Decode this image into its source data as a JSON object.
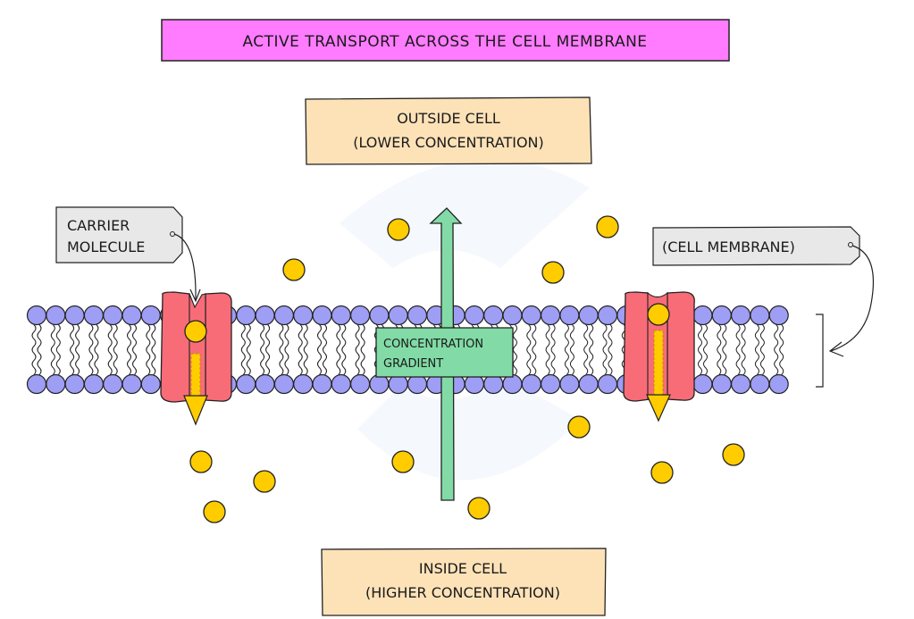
{
  "title": "ACTIVE TRANSPORT ACROSS THE CELL MEMBRANE",
  "outside_box": {
    "line1": "OUTSIDE CELL",
    "line2": "(LOWER CONCENTRATION)"
  },
  "inside_box": {
    "line1": "INSIDE CELL",
    "line2": "(HIGHER CONCENTRATION)"
  },
  "carrier_label": {
    "line1": "CARRIER",
    "line2": "MOLECULE"
  },
  "membrane_label": "(CELL MEMBRANE)",
  "gradient_label": {
    "line1": "CONCENTRATION",
    "line2": "GRADIENT"
  },
  "colors": {
    "title_bg": "#ff7bff",
    "region_bg": "#fde2b8",
    "tag_bg": "#e8e8e8",
    "phospholipid_head": "#9e9ef5",
    "carrier_protein": "#f86c78",
    "ion": "#ffcc00",
    "gradient_arrow": "#82dba6"
  },
  "ions_outside_count": 4,
  "ions_inside_count": 8,
  "ions_in_carriers_count": 2
}
